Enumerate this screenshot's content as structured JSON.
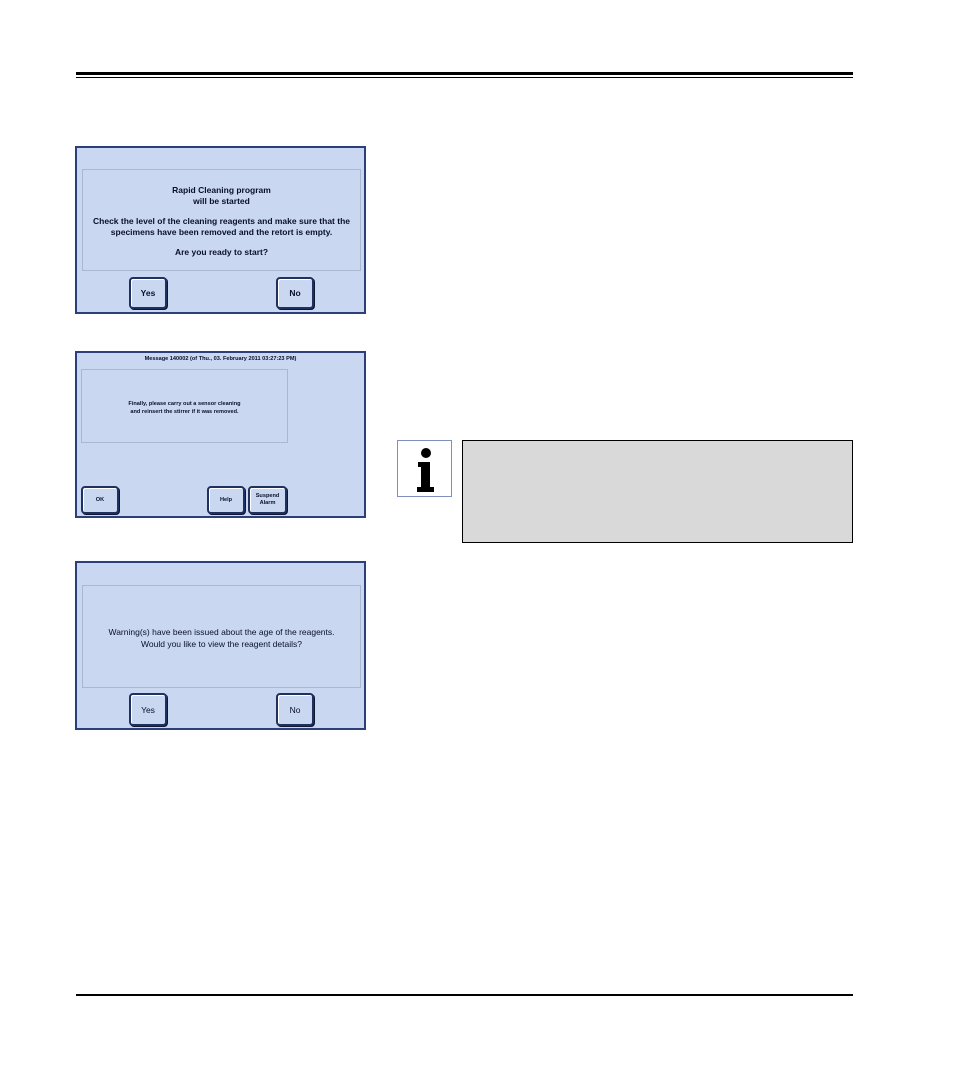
{
  "screen1": {
    "lines": [
      "Rapid Cleaning program",
      "will be started",
      "Check the level of the cleaning reagents and make sure that the",
      "specimens have been removed and the retort is empty.",
      "Are you ready to start?"
    ],
    "yes_label": "Yes",
    "no_label": "No"
  },
  "screen2": {
    "header": "Message 140002 (of Thu., 03. February 2011 03:27:23 PM)",
    "lines": [
      "Finally, please carry out a sensor cleaning",
      "and reinsert the stirrer if it was removed."
    ],
    "ok_label": "OK",
    "help_label": "Help",
    "suspend_line1": "Suspend",
    "suspend_line2": "Alarm"
  },
  "screen3": {
    "lines": [
      "Warning(s) have been issued about the age of the reagents.",
      "Would you like to view the reagent details?"
    ],
    "yes_label": "Yes",
    "no_label": "No"
  },
  "info_icon": "info-icon",
  "colors": {
    "screen_bg": "#c9d7f0",
    "screen_border": "#2c3f7a",
    "note_bg": "#d9d9d9"
  }
}
